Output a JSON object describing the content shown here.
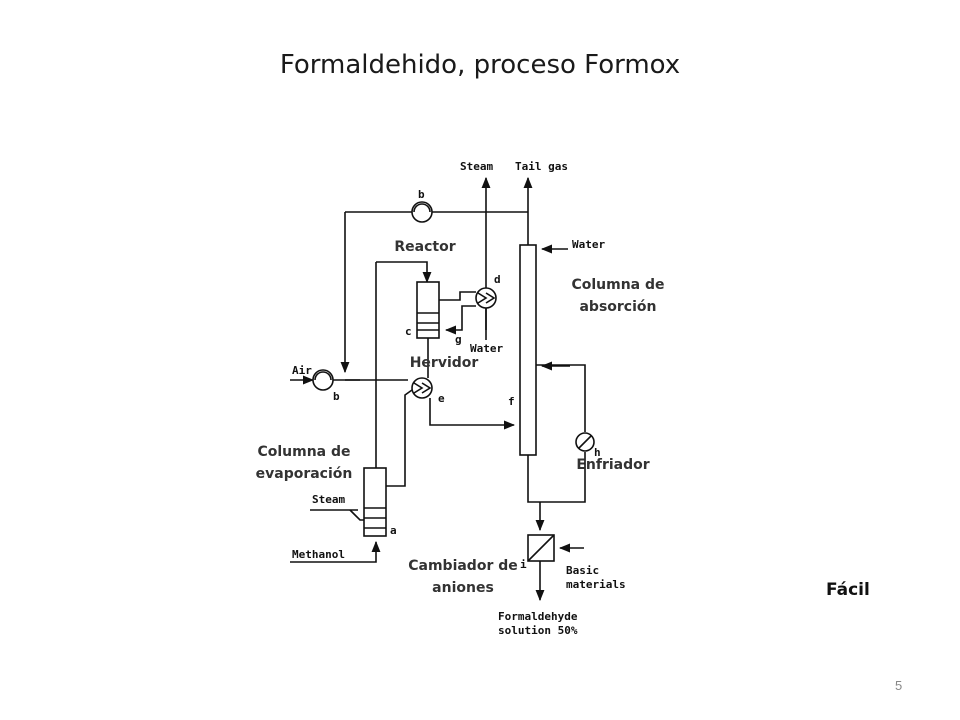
{
  "slide": {
    "title": "Formaldehido, proceso Formox",
    "difficulty": "Fácil",
    "page_number": "5"
  },
  "annotations": {
    "reactor": "Reactor",
    "absorption_column": [
      "Columna de",
      "absorción"
    ],
    "reboiler": "Hervidor",
    "evaporation_column": [
      "Columna de",
      "evaporación"
    ],
    "cooler": "Enfriador",
    "anion_exchanger": [
      "Cambiador de",
      "aniones"
    ]
  },
  "diagram": {
    "streams": {
      "steam_top": "Steam",
      "tail_gas": "Tail gas",
      "water_top": "Water",
      "water_cooling": "Water",
      "air": "Air",
      "steam_bottom": "Steam",
      "methanol": "Methanol",
      "basic_1": "Basic",
      "basic_2": "materials",
      "product_1": "Formaldehyde",
      "product_2": "solution 50%"
    },
    "equipment_letters": {
      "blower_top": "b",
      "blower_air": "b",
      "reactor": "c",
      "steam_exchanger": "d",
      "reboiler": "e",
      "absorber": "f",
      "cooling_return": "g",
      "cooler": "h",
      "exchanger": "i",
      "evaporator": "a"
    }
  }
}
